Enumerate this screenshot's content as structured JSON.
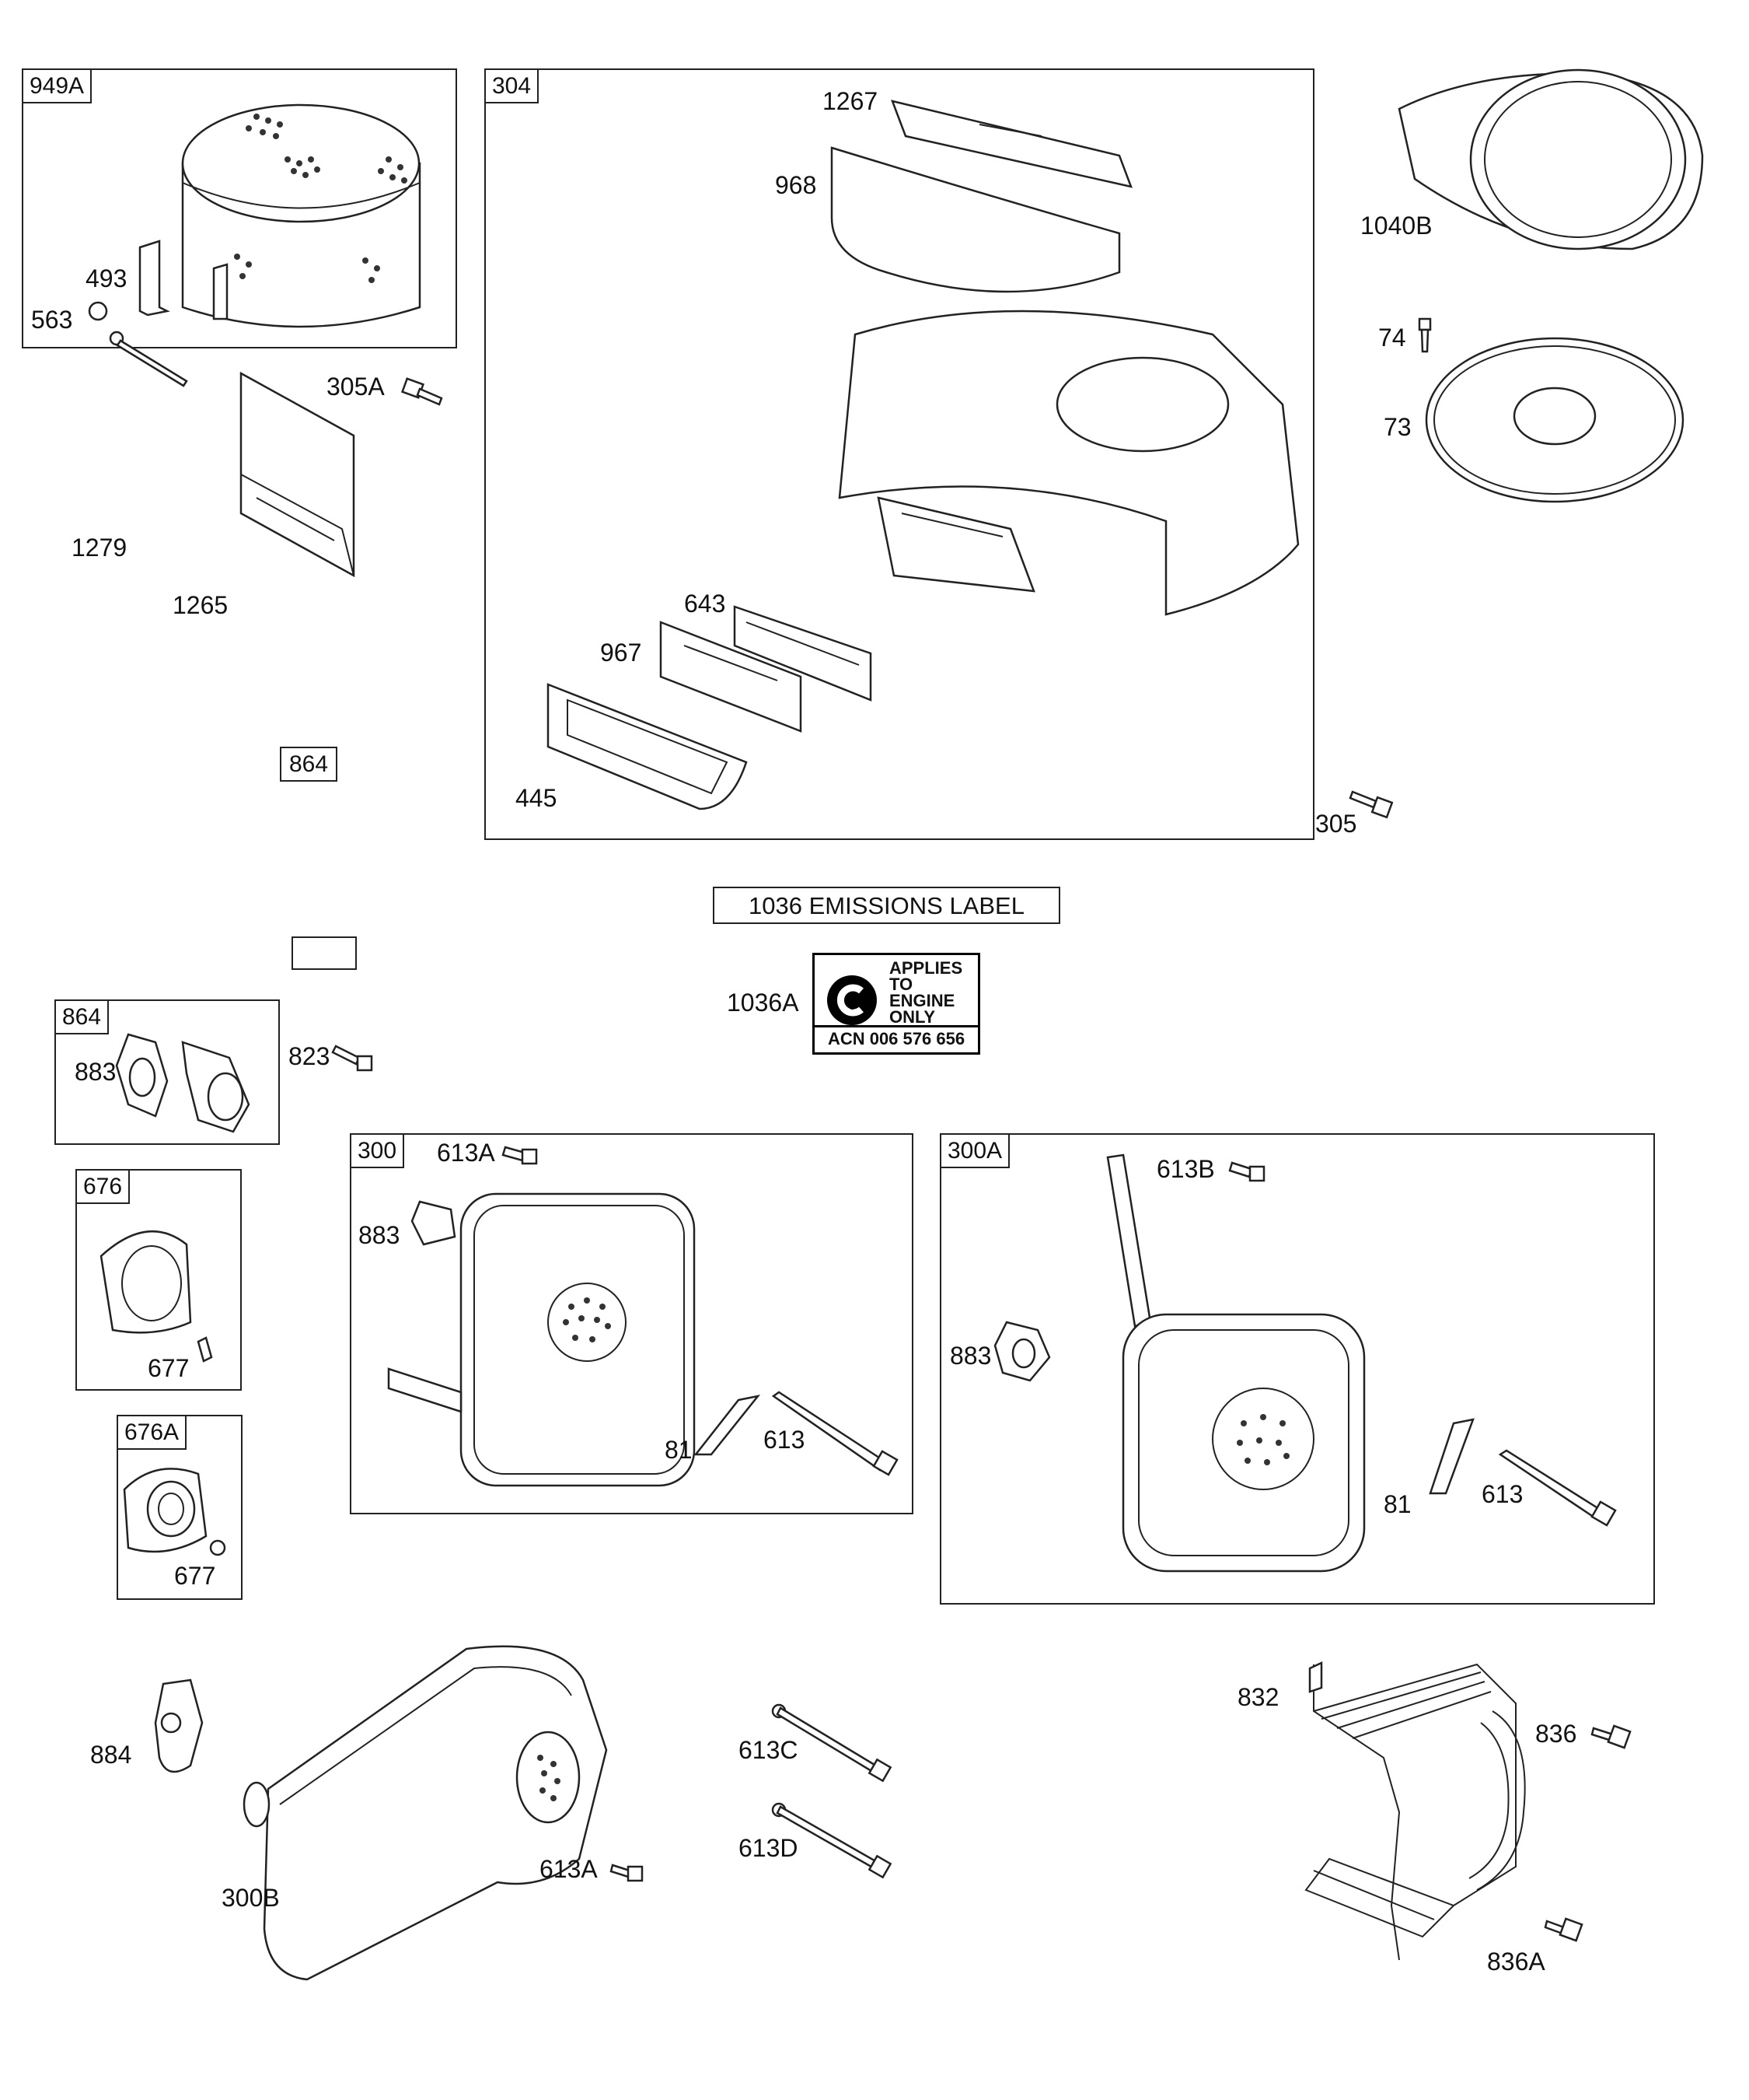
{
  "groups": {
    "g949A": "949A",
    "g304": "304",
    "g864b": "864",
    "g676": "676",
    "g676A": "676A",
    "g300": "300",
    "g300A": "300A"
  },
  "boxed": {
    "b864": "864",
    "blank": ""
  },
  "emissions": {
    "title": "1036 EMISSIONS LABEL",
    "label_text": "APPLIES\nTO\nENGINE\nONLY",
    "label_acn": "ACN 006 576 656",
    "logo_letter": "C"
  },
  "callouts": {
    "c493": "493",
    "c563": "563",
    "c305A": "305A",
    "c1279": "1279",
    "c1265": "1265",
    "c1267": "1267",
    "c968": "968",
    "c643": "643",
    "c967": "967",
    "c445": "445",
    "c305": "305",
    "c1040B": "1040B",
    "c74": "74",
    "c73": "73",
    "c1036A": "1036A",
    "c883a": "883",
    "c823": "823",
    "c677a": "677",
    "c677b": "677",
    "c613A1": "613A",
    "c883b": "883",
    "c81a": "81",
    "c613a": "613",
    "c613B": "613B",
    "c883c": "883",
    "c81b": "81",
    "c613b": "613",
    "c884": "884",
    "c300B": "300B",
    "c613A2": "613A",
    "c613C": "613C",
    "c613D": "613D",
    "c832": "832",
    "c836": "836",
    "c836A": "836A"
  }
}
